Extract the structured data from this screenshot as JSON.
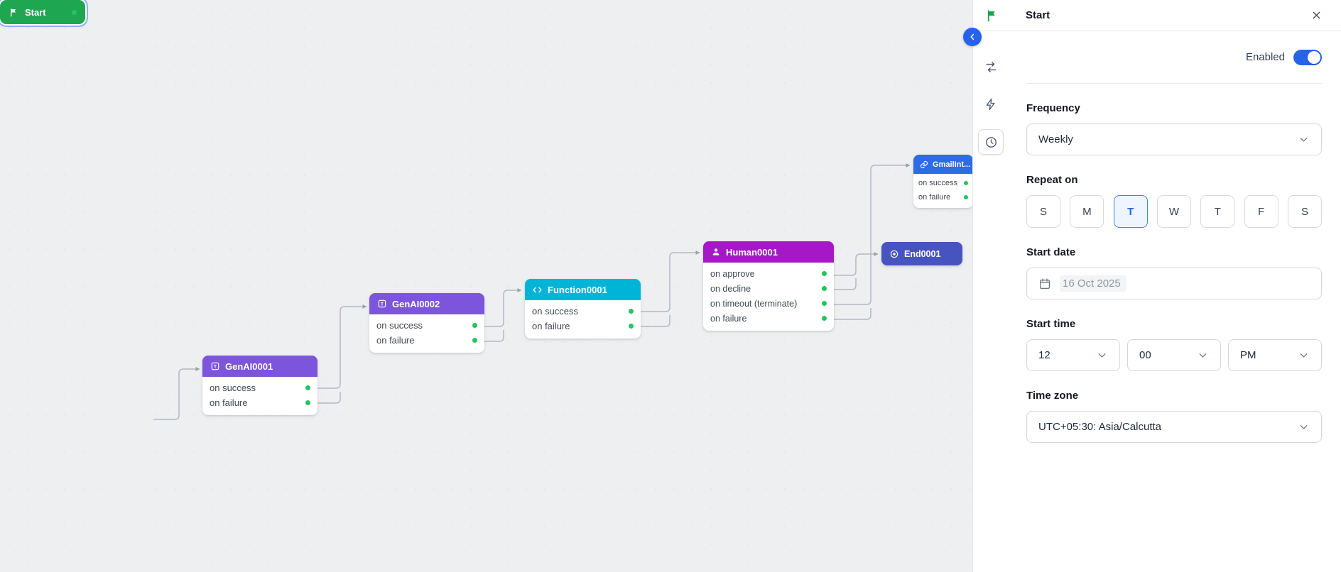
{
  "colors": {
    "accent": "#2563eb",
    "toggle_on": "#2563eb",
    "day_selected_border": "#3b82f6",
    "day_selected_bg": "#eef5ff",
    "success_dot": "#22c55e",
    "edge": "#b4b8bf"
  },
  "canvas": {
    "nodes": {
      "start": {
        "label": "Start",
        "color": "#1ea750"
      },
      "genai1": {
        "label": "GenAI0001",
        "color": "#7c55dc",
        "rows": [
          "on success",
          "on failure"
        ]
      },
      "genai2": {
        "label": "GenAI0002",
        "color": "#7c55dc",
        "rows": [
          "on success",
          "on failure"
        ]
      },
      "function1": {
        "label": "Function0001",
        "color": "#00b4d8",
        "rows": [
          "on success",
          "on failure"
        ],
        "icon_glyph": "</>"
      },
      "human1": {
        "label": "Human0001",
        "color": "#a618c7",
        "rows": [
          "on approve",
          "on decline",
          "on timeout (terminate)",
          "on failure"
        ]
      },
      "end1": {
        "label": "End0001",
        "color": "#4754c0"
      },
      "gmail1": {
        "label": "GmailInt...",
        "color": "#2e6be5",
        "rows": [
          "on success",
          "on failure"
        ]
      }
    }
  },
  "panel": {
    "title": "Start",
    "enabled": {
      "label": "Enabled",
      "value": true
    },
    "frequency": {
      "label": "Frequency",
      "value": "Weekly"
    },
    "repeat_on": {
      "label": "Repeat on",
      "days": [
        "S",
        "M",
        "T",
        "W",
        "T",
        "F",
        "S"
      ],
      "selected_index": 2
    },
    "start_date": {
      "label": "Start date",
      "value": "16 Oct 2025"
    },
    "start_time": {
      "label": "Start time",
      "hour": "12",
      "minute": "00",
      "meridiem": "PM"
    },
    "time_zone": {
      "label": "Time zone",
      "value": "UTC+05:30: Asia/Calcutta"
    },
    "icons": [
      "flag-icon",
      "close-icon",
      "swap-icon",
      "lightning-icon",
      "clock-icon",
      "calendar-icon",
      "chevron-down-icon",
      "chevron-left-icon"
    ]
  }
}
